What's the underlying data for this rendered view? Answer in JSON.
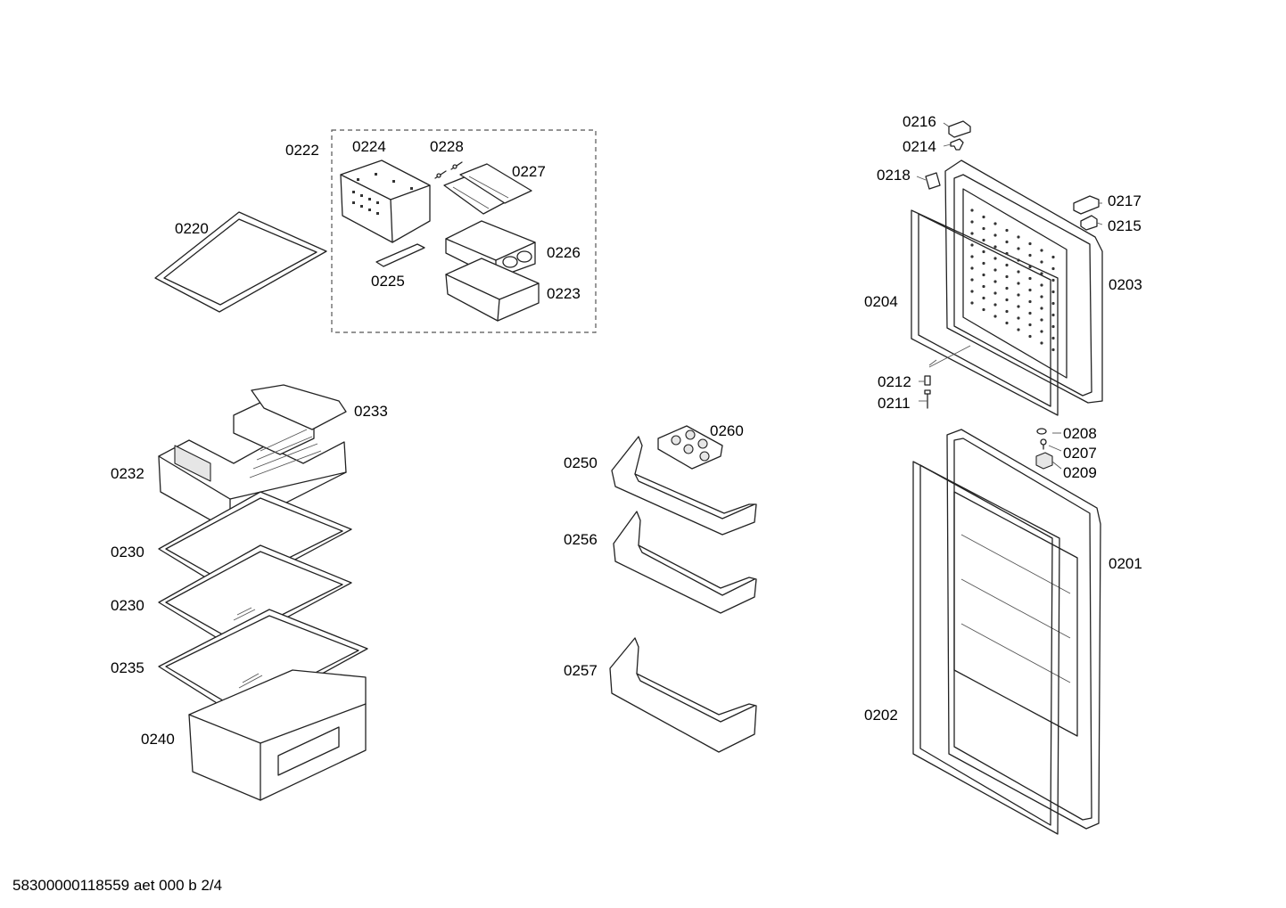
{
  "footer": {
    "code": "58300000118559 aet 000 b 2/4"
  },
  "labels": {
    "p0222": "0222",
    "p0224": "0224",
    "p0228": "0228",
    "p0227": "0227",
    "p0220": "0220",
    "p0225": "0225",
    "p0226": "0226",
    "p0223": "0223",
    "p0233": "0233",
    "p0232": "0232",
    "p0230a": "0230",
    "p0230b": "0230",
    "p0235": "0235",
    "p0240": "0240",
    "p0260": "0260",
    "p0250": "0250",
    "p0256": "0256",
    "p0257": "0257",
    "p0216": "0216",
    "p0214": "0214",
    "p0218": "0218",
    "p0217": "0217",
    "p0215": "0215",
    "p0203": "0203",
    "p0204": "0204",
    "p0212": "0212",
    "p0211": "0211",
    "p0208": "0208",
    "p0207": "0207",
    "p0209": "0209",
    "p0201": "0201",
    "p0202": "0202"
  }
}
